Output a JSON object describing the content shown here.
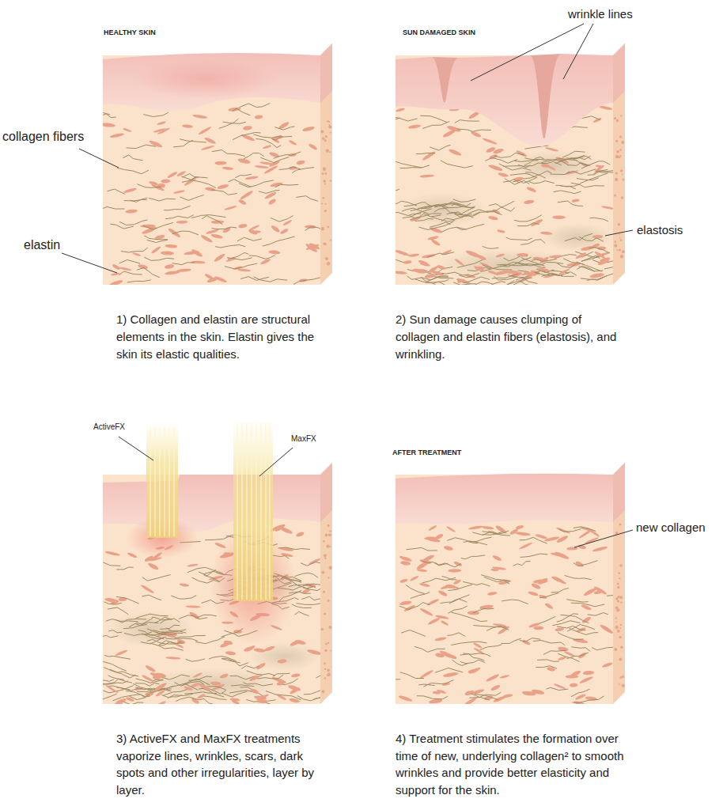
{
  "diagram": {
    "labels": [
      "HEALTHY SKIN",
      "collagen fibers",
      "elastin",
      "1) Collagen and elastin are structural elements in the skin. Elastin gives the skin its elastic qualities.",
      "SUN DAMAGED SKIN",
      "wrinkle lines",
      "elastosis",
      "2) Sun damage causes clumping of collagen and elastin fibers (elastosis), and wrinkling.",
      "ActiveFX",
      "MaxFX",
      "3) ActiveFX and MaxFX treatments vaporize lines, wrinkles, scars, dark spots and other irregularities, layer by layer.",
      "AFTER TREATMENT",
      "new collagen",
      "4) Treatment stimulates the formation over time of new, underlying collagen² to smooth wrinkles and provide better elasticity and support for the skin."
    ]
  }
}
